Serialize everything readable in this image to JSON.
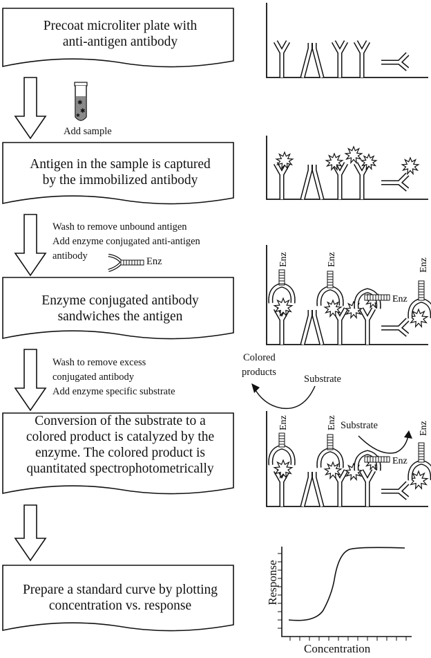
{
  "steps": [
    {
      "line1": "Precoat microliter plate with",
      "line2": "anti-antigen antibody"
    },
    {
      "line1": "Antigen in the sample is captured",
      "line2": "by the immobilized antibody"
    },
    {
      "line1": "Enzyme conjugated antibody",
      "line2": "sandwiches the antigen"
    },
    {
      "line1": "Conversion of the substrate to a",
      "line2": "colored product is catalyzed by the",
      "line3": "enzyme. The colored product is",
      "line4": "quantitated spectrophotometrically"
    },
    {
      "line1": "Prepare a standard curve by plotting",
      "line2": "concentration vs. response"
    }
  ],
  "transitions": {
    "add_sample": "Add sample",
    "wash1_line1": "Wash to remove unbound antigen",
    "wash1_line2": "Add enzyme conjugated anti-antigen",
    "wash1_line3": "antibody",
    "wash2_line1": "Wash to remove excess",
    "wash2_line2": "conjugated antibody",
    "wash2_line3": "Add enzyme specific substrate"
  },
  "labels": {
    "enz": "Enz",
    "substrate": "Substrate",
    "colored_products_1": "Colored",
    "colored_products_2": "products"
  },
  "curve": {
    "xlabel": "Concentration",
    "ylabel": "Response"
  }
}
